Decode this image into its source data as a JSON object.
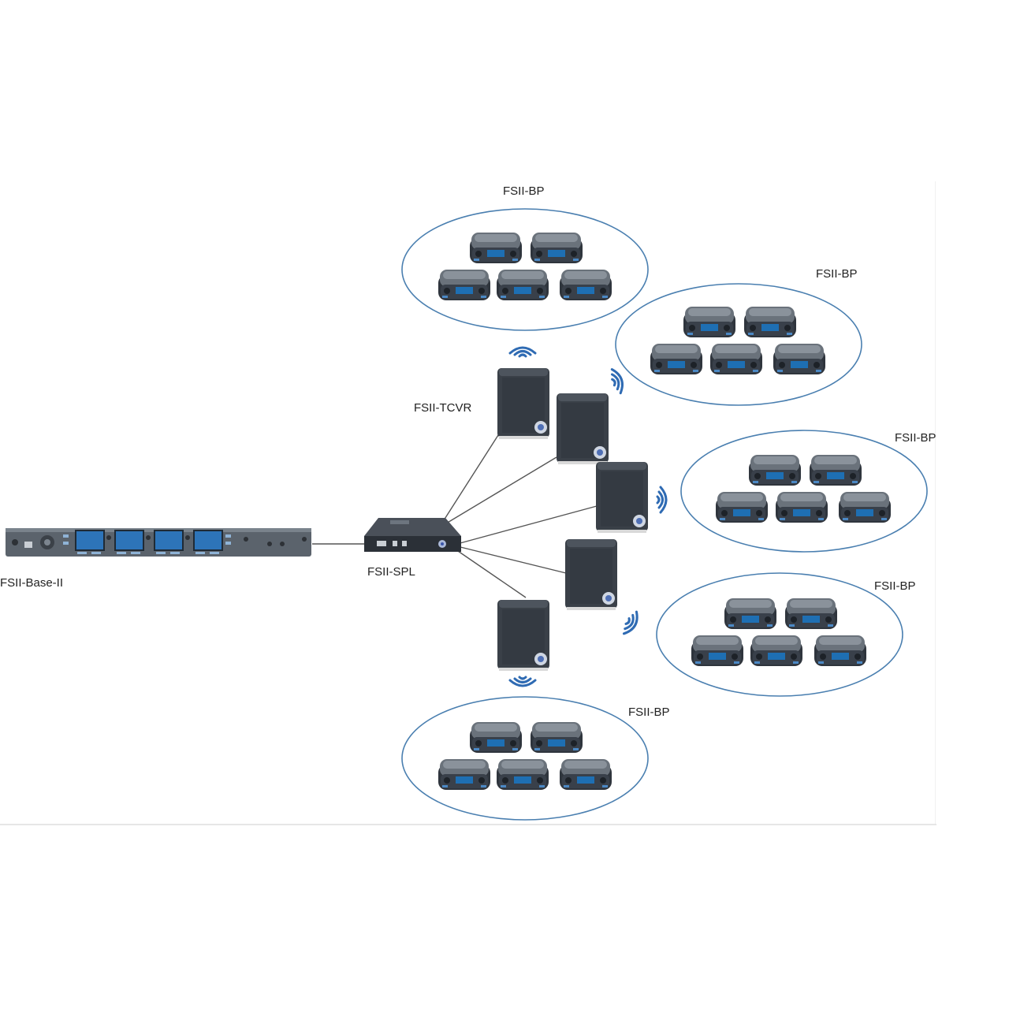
{
  "labels": {
    "base": "FSII-Base-II",
    "splitter": "FSII-SPL",
    "transceiver": "FSII-TCVR",
    "beltpack_group_1": "FSII-BP",
    "beltpack_group_2": "FSII-BP",
    "beltpack_group_3": "FSII-BP",
    "beltpack_group_4": "FSII-BP",
    "beltpack_group_5": "FSII-BP"
  },
  "colors": {
    "ellipse_stroke": "#4a7fb0",
    "wireless_wave": "#2f6bb3",
    "device_dark": "#3c434d",
    "panel_gray": "#5b636c",
    "screen_blue": "#2d74b9",
    "cable": "#555555"
  },
  "icons": {
    "wireless": "wifi-signal-icon",
    "beltpack": "beltpack-device-icon",
    "transceiver": "transceiver-device-icon"
  }
}
